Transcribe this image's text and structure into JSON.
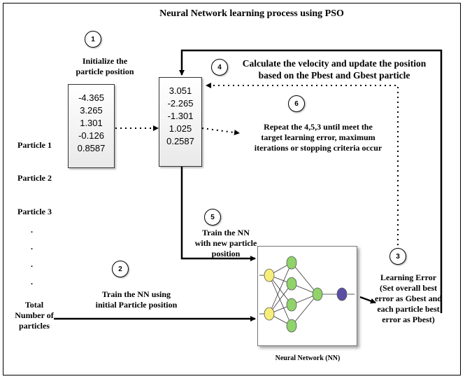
{
  "title": "Neural Network learning process using PSO",
  "steps": {
    "s1": {
      "number": "1",
      "text": [
        "Initialize the",
        "particle position"
      ]
    },
    "s2": {
      "number": "2",
      "text": [
        "Train the NN using",
        "initial Particle position"
      ]
    },
    "s3": {
      "number": "3",
      "text": [
        "Learning Error",
        "(Set overall best",
        "error as Gbest and",
        "each particle best",
        "error as Pbest)"
      ]
    },
    "s4": {
      "number": "4",
      "text": [
        "Calculate the velocity and update the position",
        "based on the Pbest  and Gbest particle"
      ]
    },
    "s5": {
      "number": "5",
      "text": [
        "Train the NN",
        "with new particle",
        "position"
      ]
    },
    "s6": {
      "number": "6",
      "text": [
        "Repeat the 4,5,3 until meet the",
        "target learning error, maximum",
        "iterations or stopping criteria occur"
      ]
    }
  },
  "initial_values": [
    "-4.365",
    "3.265",
    "1.301",
    "-0.126",
    "0.8587"
  ],
  "updated_values": [
    "3.051",
    "-2.265",
    "-1.301",
    "1.025",
    "0.2587"
  ],
  "particles": [
    "Particle 1",
    "Particle 2",
    "Particle 3"
  ],
  "ellipsis": [
    ".",
    ".",
    ".",
    "."
  ],
  "total_label": [
    "Total",
    "Number of",
    "particles"
  ],
  "nn_label": "Neural Network (NN)"
}
